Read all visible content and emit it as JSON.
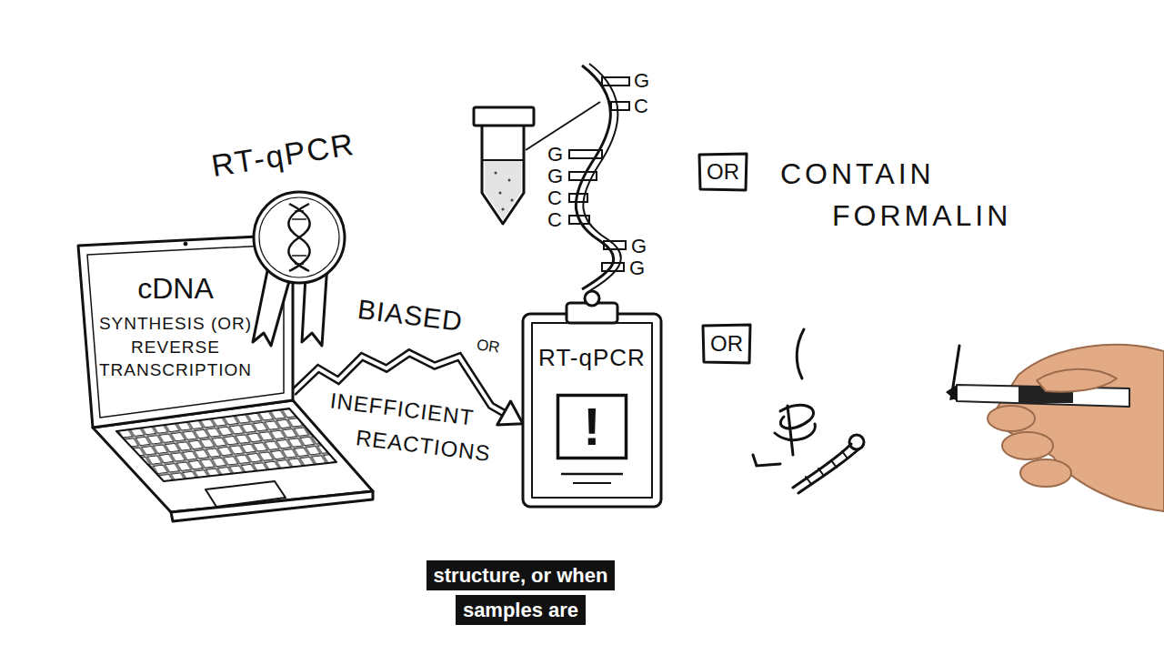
{
  "diagram": {
    "caption": "structure, or when samples are",
    "nodes": [
      {
        "text": [
          "RT-qPCR"
        ]
      },
      {
        "text": [
          "cDNA",
          "SYNTHESIS (OR) REVERSE TRANSCRIPTION"
        ]
      },
      {
        "text": [
          "RT-qPCR"
        ]
      },
      {
        "text": [
          "!"
        ],
        "in": 2
      },
      {
        "text": [
          "OR"
        ]
      },
      {
        "text": [
          "OR"
        ]
      }
    ],
    "edges": [
      {
        "from": 1,
        "to": 2,
        "arrow": "to",
        "label": "BIASED"
      }
    ],
    "labels": [
      "G",
      "C",
      "G",
      "G",
      "C",
      "C",
      "G",
      "G",
      "CONTAIN FORMALIN",
      "OR",
      "INEFFICIENT REACTIONS"
    ]
  }
}
